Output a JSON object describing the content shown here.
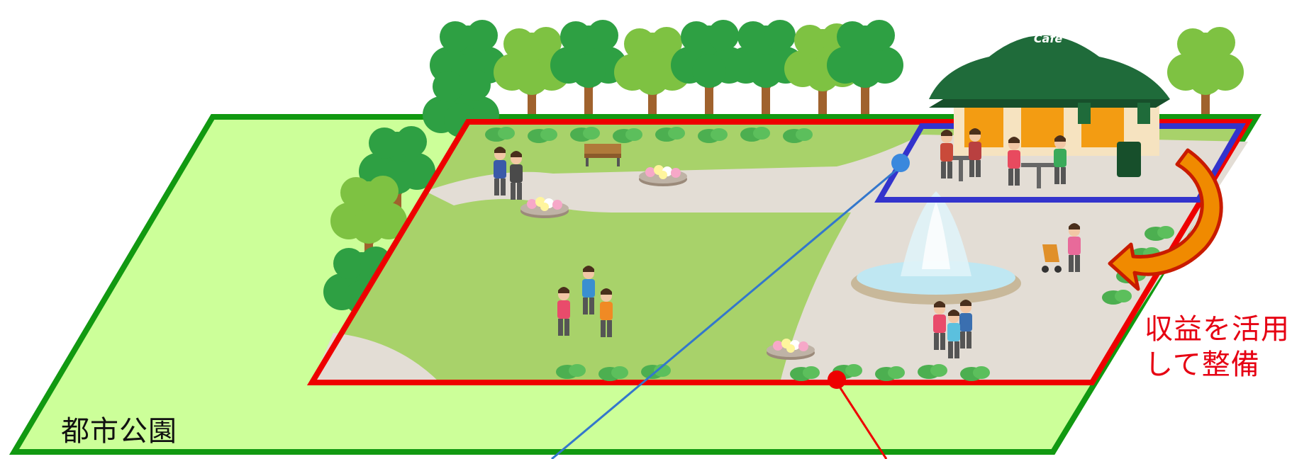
{
  "labels": {
    "park_name": "都市公園",
    "note_line1": "収益を活用",
    "note_line2": "して整備",
    "cafe_sign": "Cafe"
  },
  "colors": {
    "park_fill": "#ccff99",
    "park_border": "#119911",
    "area_border": "#ee0000",
    "cafe_area_border": "#3333cc",
    "arrow_fill": "#f08a00",
    "callout_line_blue": "#3377cc",
    "callout_line_red": "#ee0000",
    "note_text": "#e60012"
  },
  "icons": [
    "tree-icon",
    "cafe-building-icon",
    "fountain-icon",
    "bench-icon",
    "flowerbed-icon",
    "person-icon",
    "curved-arrow-icon"
  ]
}
